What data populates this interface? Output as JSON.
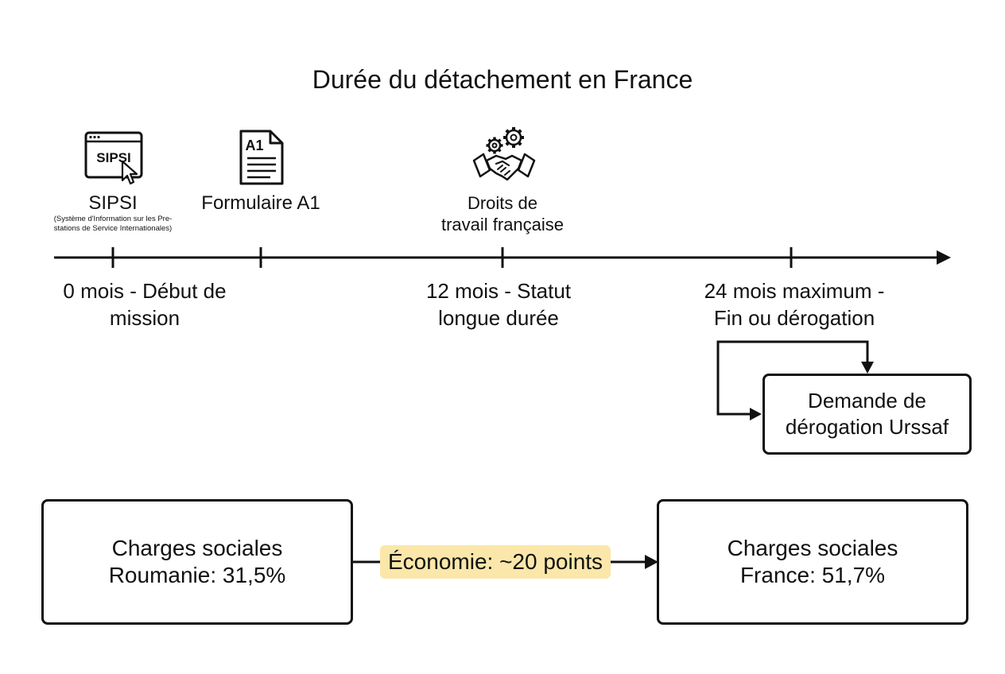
{
  "title": "Durée du détachement en France",
  "icons": {
    "sipsi": {
      "name": "sipsi-browser-icon",
      "text": "SIPSI"
    },
    "a1": {
      "name": "a1-document-icon",
      "text": "A1"
    },
    "droits": {
      "name": "handshake-gears-icon"
    }
  },
  "top_labels": {
    "sipsi": "SIPSI",
    "sipsi_sub_1": "(Système d'Information sur les Pre-",
    "sipsi_sub_2": "stations de Service Internationales)",
    "a1": "Formulaire A1",
    "droits_1": "Droits de",
    "droits_2": "travail française"
  },
  "milestones": [
    {
      "line1": "0 mois - Début de",
      "line2": "mission"
    },
    {
      "line1": "12 mois - Statut",
      "line2": "longue durée"
    },
    {
      "line1": "24 mois maximum -",
      "line2": "Fin ou dérogation"
    }
  ],
  "derogation_box": {
    "line1": "Demande de",
    "line2": "dérogation Urssaf"
  },
  "comparison": {
    "left": {
      "line1": "Charges sociales",
      "line2": "Roumanie: 31,5%"
    },
    "right": {
      "line1": "Charges sociales",
      "line2": "France: 51,7%"
    },
    "savings": "Économie: ~20 points",
    "savings_color": "#fbe7a9"
  }
}
